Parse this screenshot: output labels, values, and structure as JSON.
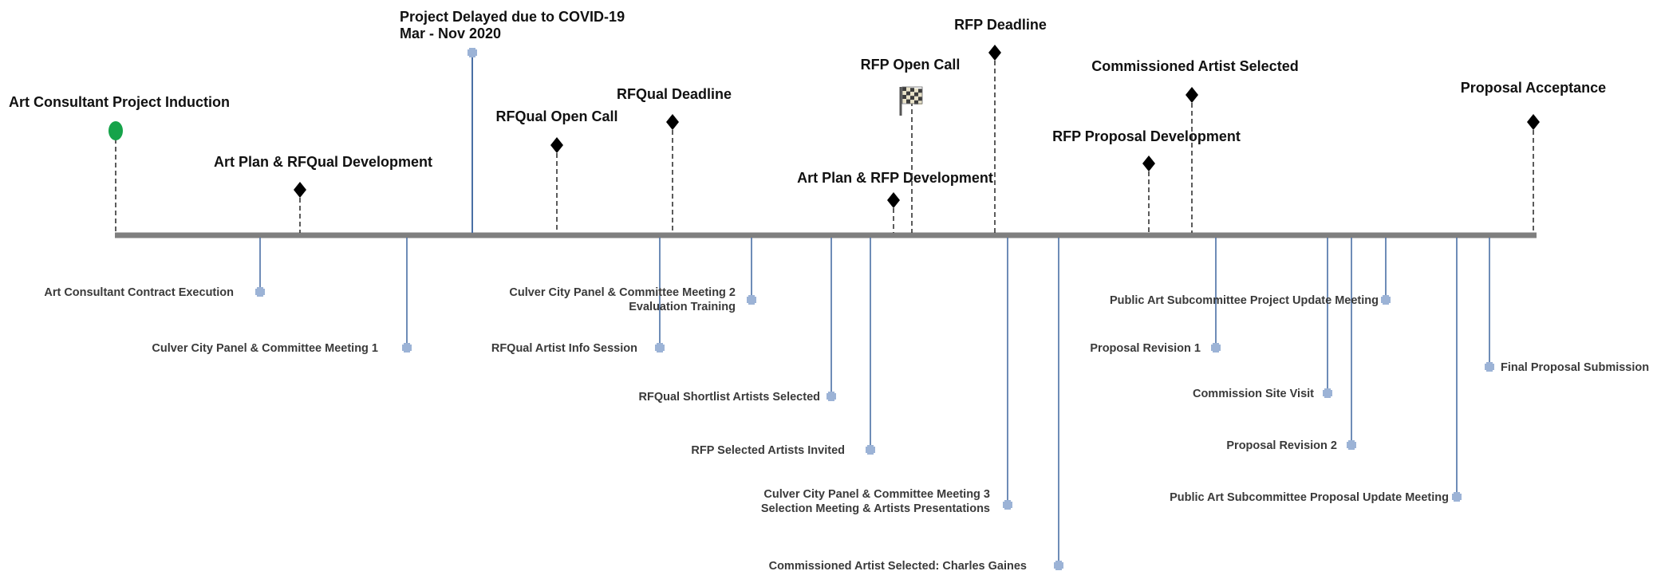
{
  "colors": {
    "axis": "#7f7f7f",
    "solid_stem": "#4a6fa5",
    "dashed_stem": "#333333",
    "diamond": "#000000",
    "start_dot": "#16a34a",
    "below_marker": "#9cb3d6",
    "above_text": "#111111",
    "below_text": "#3a3a3a"
  },
  "timeline": {
    "above": [
      {
        "id": "induction",
        "lines": [
          "Art Consultant Project Induction"
        ],
        "marker": "start-dot-icon"
      },
      {
        "id": "art-plan-rfqual",
        "lines": [
          "Art Plan & RFQual Development"
        ],
        "marker": "diamond-icon"
      },
      {
        "id": "covid",
        "lines": [
          "Project Delayed due to COVID-19",
          "Mar - Nov 2020"
        ],
        "marker": "square-marker-icon"
      },
      {
        "id": "rfqual-open",
        "lines": [
          "RFQual Open Call"
        ],
        "marker": "diamond-icon"
      },
      {
        "id": "rfqual-deadline",
        "lines": [
          "RFQual Deadline"
        ],
        "marker": "diamond-icon"
      },
      {
        "id": "art-plan-rfp",
        "lines": [
          "Art Plan & RFP Development"
        ],
        "marker": "diamond-icon"
      },
      {
        "id": "rfp-open",
        "lines": [
          "RFP Open Call"
        ],
        "marker": "checkered-flag-icon"
      },
      {
        "id": "rfp-deadline",
        "lines": [
          "RFP Deadline"
        ],
        "marker": "diamond-icon"
      },
      {
        "id": "rfp-proposal-dev",
        "lines": [
          "RFP Proposal Development"
        ],
        "marker": "diamond-icon"
      },
      {
        "id": "artist-selected",
        "lines": [
          "Commissioned Artist Selected"
        ],
        "marker": "diamond-icon"
      },
      {
        "id": "proposal-acceptance",
        "lines": [
          "Proposal Acceptance"
        ],
        "marker": "diamond-icon"
      }
    ],
    "below": [
      {
        "id": "contract",
        "lines": [
          "Art Consultant Contract Execution"
        ]
      },
      {
        "id": "panel-1",
        "lines": [
          "Culver City Panel & Committee Meeting 1"
        ]
      },
      {
        "id": "info-session",
        "lines": [
          "RFQual Artist Info Session"
        ]
      },
      {
        "id": "panel-2",
        "lines": [
          "Culver City Panel & Committee Meeting 2",
          "Evaluation Training"
        ]
      },
      {
        "id": "shortlist",
        "lines": [
          "RFQual Shortlist Artists Selected"
        ]
      },
      {
        "id": "rfp-invited",
        "lines": [
          "RFP Selected Artists Invited"
        ]
      },
      {
        "id": "panel-3",
        "lines": [
          "Culver City Panel & Committee Meeting 3",
          "Selection Meeting & Artists Presentations"
        ]
      },
      {
        "id": "charles-gaines",
        "lines": [
          "Commissioned Artist Selected: Charles Gaines"
        ]
      },
      {
        "id": "revision-1",
        "lines": [
          "Proposal Revision 1"
        ]
      },
      {
        "id": "site-visit",
        "lines": [
          "Commission Site Visit"
        ]
      },
      {
        "id": "revision-2",
        "lines": [
          "Proposal Revision 2"
        ]
      },
      {
        "id": "project-update",
        "lines": [
          "Public Art Subcommittee Project Update Meeting"
        ]
      },
      {
        "id": "proposal-update",
        "lines": [
          "Public Art Subcommittee Proposal Update Meeting"
        ]
      },
      {
        "id": "final-submission",
        "lines": [
          "Final Proposal Submission"
        ]
      }
    ]
  }
}
